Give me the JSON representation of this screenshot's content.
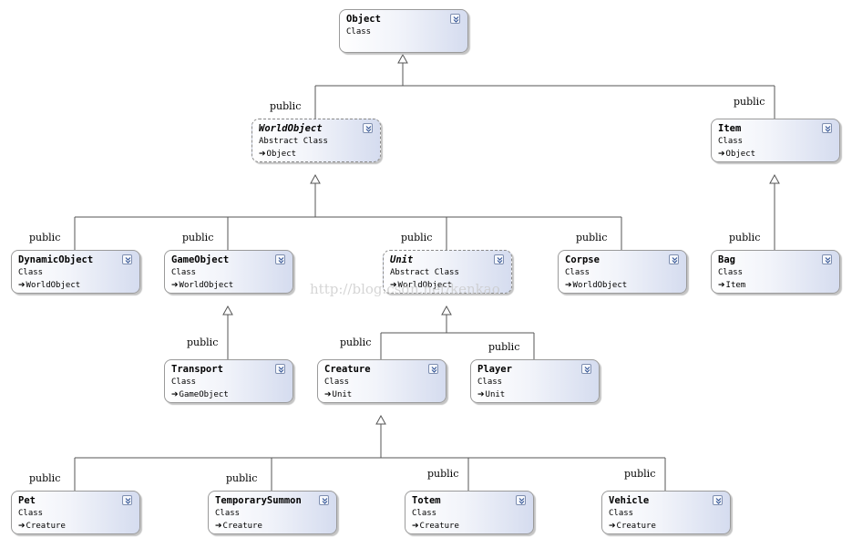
{
  "classes": [
    {
      "id": "object",
      "name": "Object",
      "kind": "Class",
      "base": ""
    },
    {
      "id": "worldobject",
      "name": "WorldObject",
      "kind": "Abstract Class",
      "base": "Object"
    },
    {
      "id": "item",
      "name": "Item",
      "kind": "Class",
      "base": "Object"
    },
    {
      "id": "dynamicobject",
      "name": "DynamicObject",
      "kind": "Class",
      "base": "WorldObject"
    },
    {
      "id": "gameobject",
      "name": "GameObject",
      "kind": "Class",
      "base": "WorldObject"
    },
    {
      "id": "unit",
      "name": "Unit",
      "kind": "Abstract Class",
      "base": "WorldObject"
    },
    {
      "id": "corpse",
      "name": "Corpse",
      "kind": "Class",
      "base": "WorldObject"
    },
    {
      "id": "bag",
      "name": "Bag",
      "kind": "Class",
      "base": "Item"
    },
    {
      "id": "transport",
      "name": "Transport",
      "kind": "Class",
      "base": "GameObject"
    },
    {
      "id": "creature",
      "name": "Creature",
      "kind": "Class",
      "base": "Unit"
    },
    {
      "id": "player",
      "name": "Player",
      "kind": "Class",
      "base": "Unit"
    },
    {
      "id": "pet",
      "name": "Pet",
      "kind": "Class",
      "base": "Creature"
    },
    {
      "id": "temporarysummon",
      "name": "TemporarySummon",
      "kind": "Class",
      "base": "Creature"
    },
    {
      "id": "totem",
      "name": "Totem",
      "kind": "Class",
      "base": "Creature"
    },
    {
      "id": "vehicle",
      "name": "Vehicle",
      "kind": "Class",
      "base": "Creature"
    }
  ],
  "inheritance_label": "public",
  "watermark": "http://blog.csdn.net/kenkao"
}
